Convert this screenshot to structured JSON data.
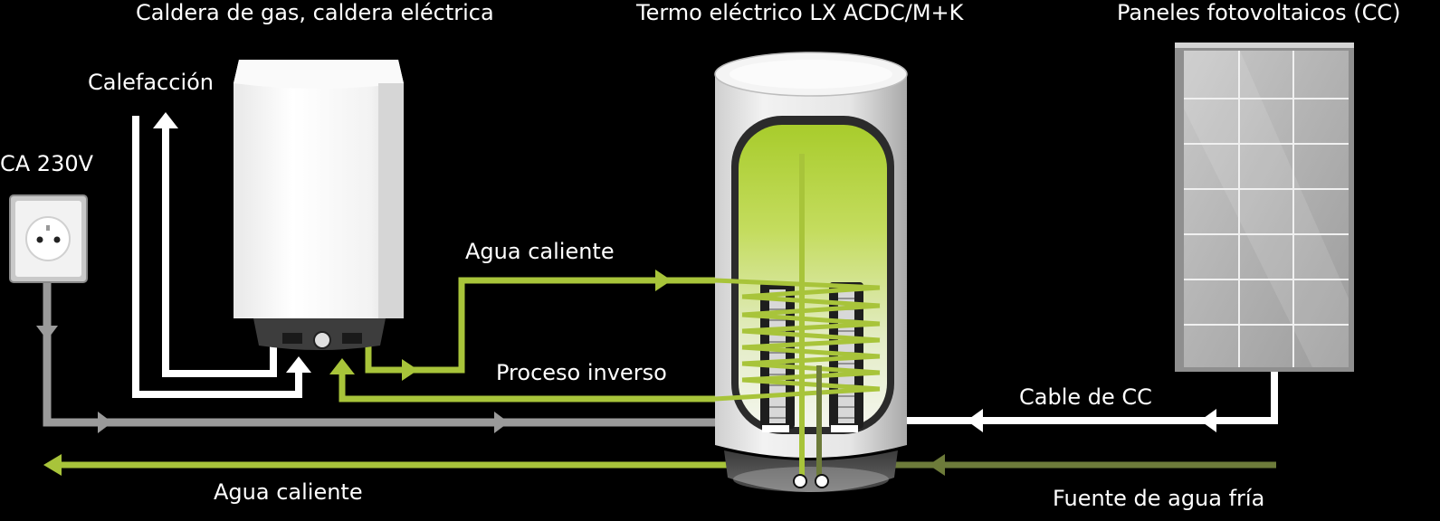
{
  "titles": {
    "boiler": "Caldera de gas, caldera eléctrica",
    "heater": "Termo eléctrico LX ACDC/M+K",
    "panels": "Paneles fotovoltaicos (CC)"
  },
  "labels": {
    "heating": "Calefacción",
    "ac_voltage": "CA 230V",
    "hot_water_boiler": "Agua caliente",
    "reverse_process": "Proceso inverso",
    "dc_cable": "Cable de CC",
    "hot_water_out": "Agua caliente",
    "cold_water": "Fuente de agua fría"
  },
  "colors": {
    "background": "#000000",
    "hot_water": "#a8c43a",
    "cold_water": "#6d7b3a",
    "electric_ac": "#9a9a9a",
    "heating_pipe": "#ffffff",
    "dc_cable": "#ffffff",
    "tank_fill": "#b5d23f"
  },
  "icons": {
    "socket": "power-socket-icon",
    "boiler": "wall-boiler-icon",
    "heater": "water-heater-tank-icon",
    "panel": "solar-panel-icon"
  }
}
